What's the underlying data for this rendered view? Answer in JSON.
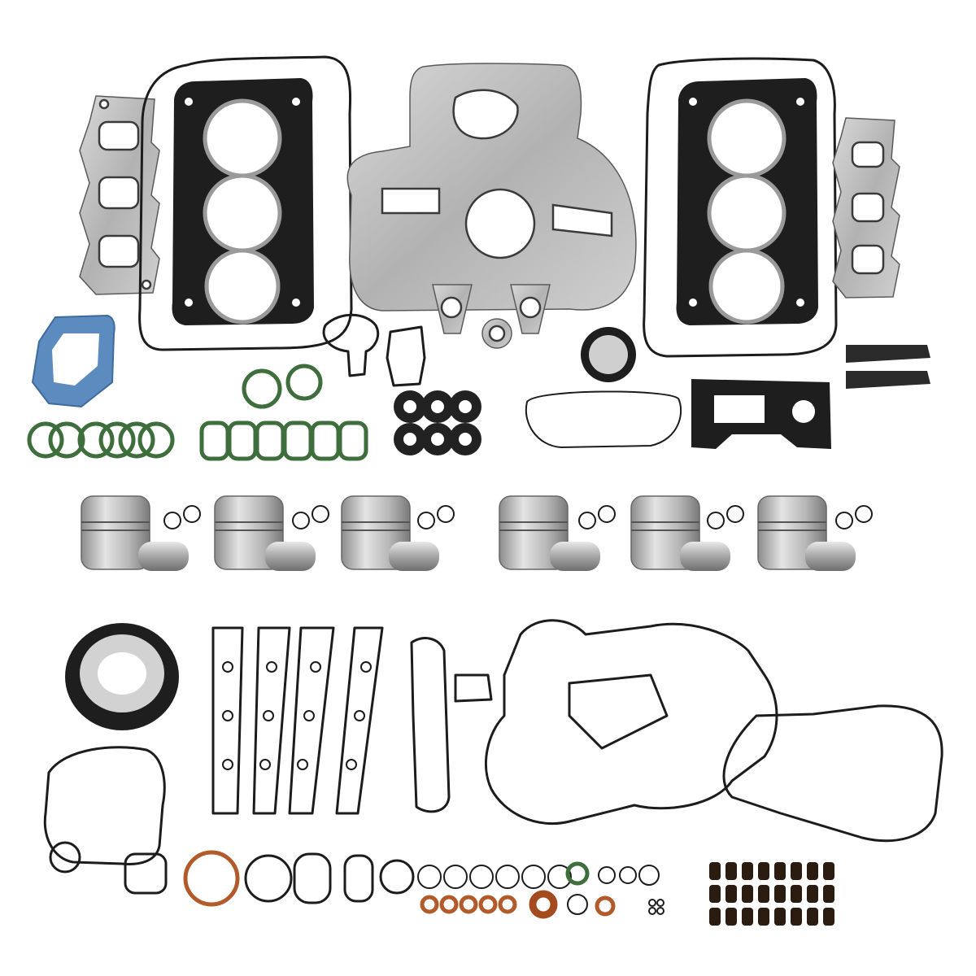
{
  "product": {
    "parts": {
      "head_gaskets": {
        "count": 2
      },
      "pistons": {
        "count": 6
      },
      "piston_pins": {
        "count": 6
      },
      "valve_cover_gaskets": {
        "count": 2
      },
      "exhaust_manifold_gaskets": {
        "count": 2
      },
      "intake_rings": {
        "count": 6
      },
      "intake_port_seals": {
        "count": 6
      },
      "camshaft_seals": {
        "count": 6
      },
      "rail_gaskets": {
        "count": 4
      },
      "valve_stem_seals": {
        "count": 24
      },
      "small_orings": {
        "count": 6
      },
      "copper_washers": {
        "count": 6
      }
    },
    "colors": {
      "gasket_black": "#1c1c1c",
      "metal": "#b9b9b9",
      "blue_gasket": "#5b8bbf",
      "green_ring": "#3e6e3c",
      "copper": "#b35a2b"
    }
  }
}
